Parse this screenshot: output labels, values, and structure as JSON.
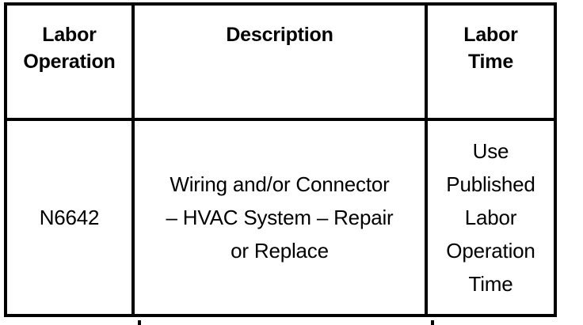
{
  "document": {
    "type": "labor-operation-table",
    "background_color": "#ffffff",
    "text_color": "#000000",
    "border_color": "#000000"
  },
  "table": {
    "columns": [
      {
        "key": "labor_operation",
        "header_lines": [
          "Labor",
          "Operation"
        ]
      },
      {
        "key": "description",
        "header_lines": [
          "Description"
        ]
      },
      {
        "key": "labor_time",
        "header_lines": [
          "Labor",
          "Time"
        ]
      }
    ],
    "rows": [
      {
        "labor_operation": {
          "lines": [
            "N6642"
          ]
        },
        "description": {
          "lines": [
            "Wiring and/or Connector",
            "– HVAC System – Repair",
            "or Replace"
          ]
        },
        "labor_time": {
          "lines": [
            "Use",
            "Published",
            "Labor",
            "Operation",
            "Time"
          ]
        }
      }
    ]
  }
}
